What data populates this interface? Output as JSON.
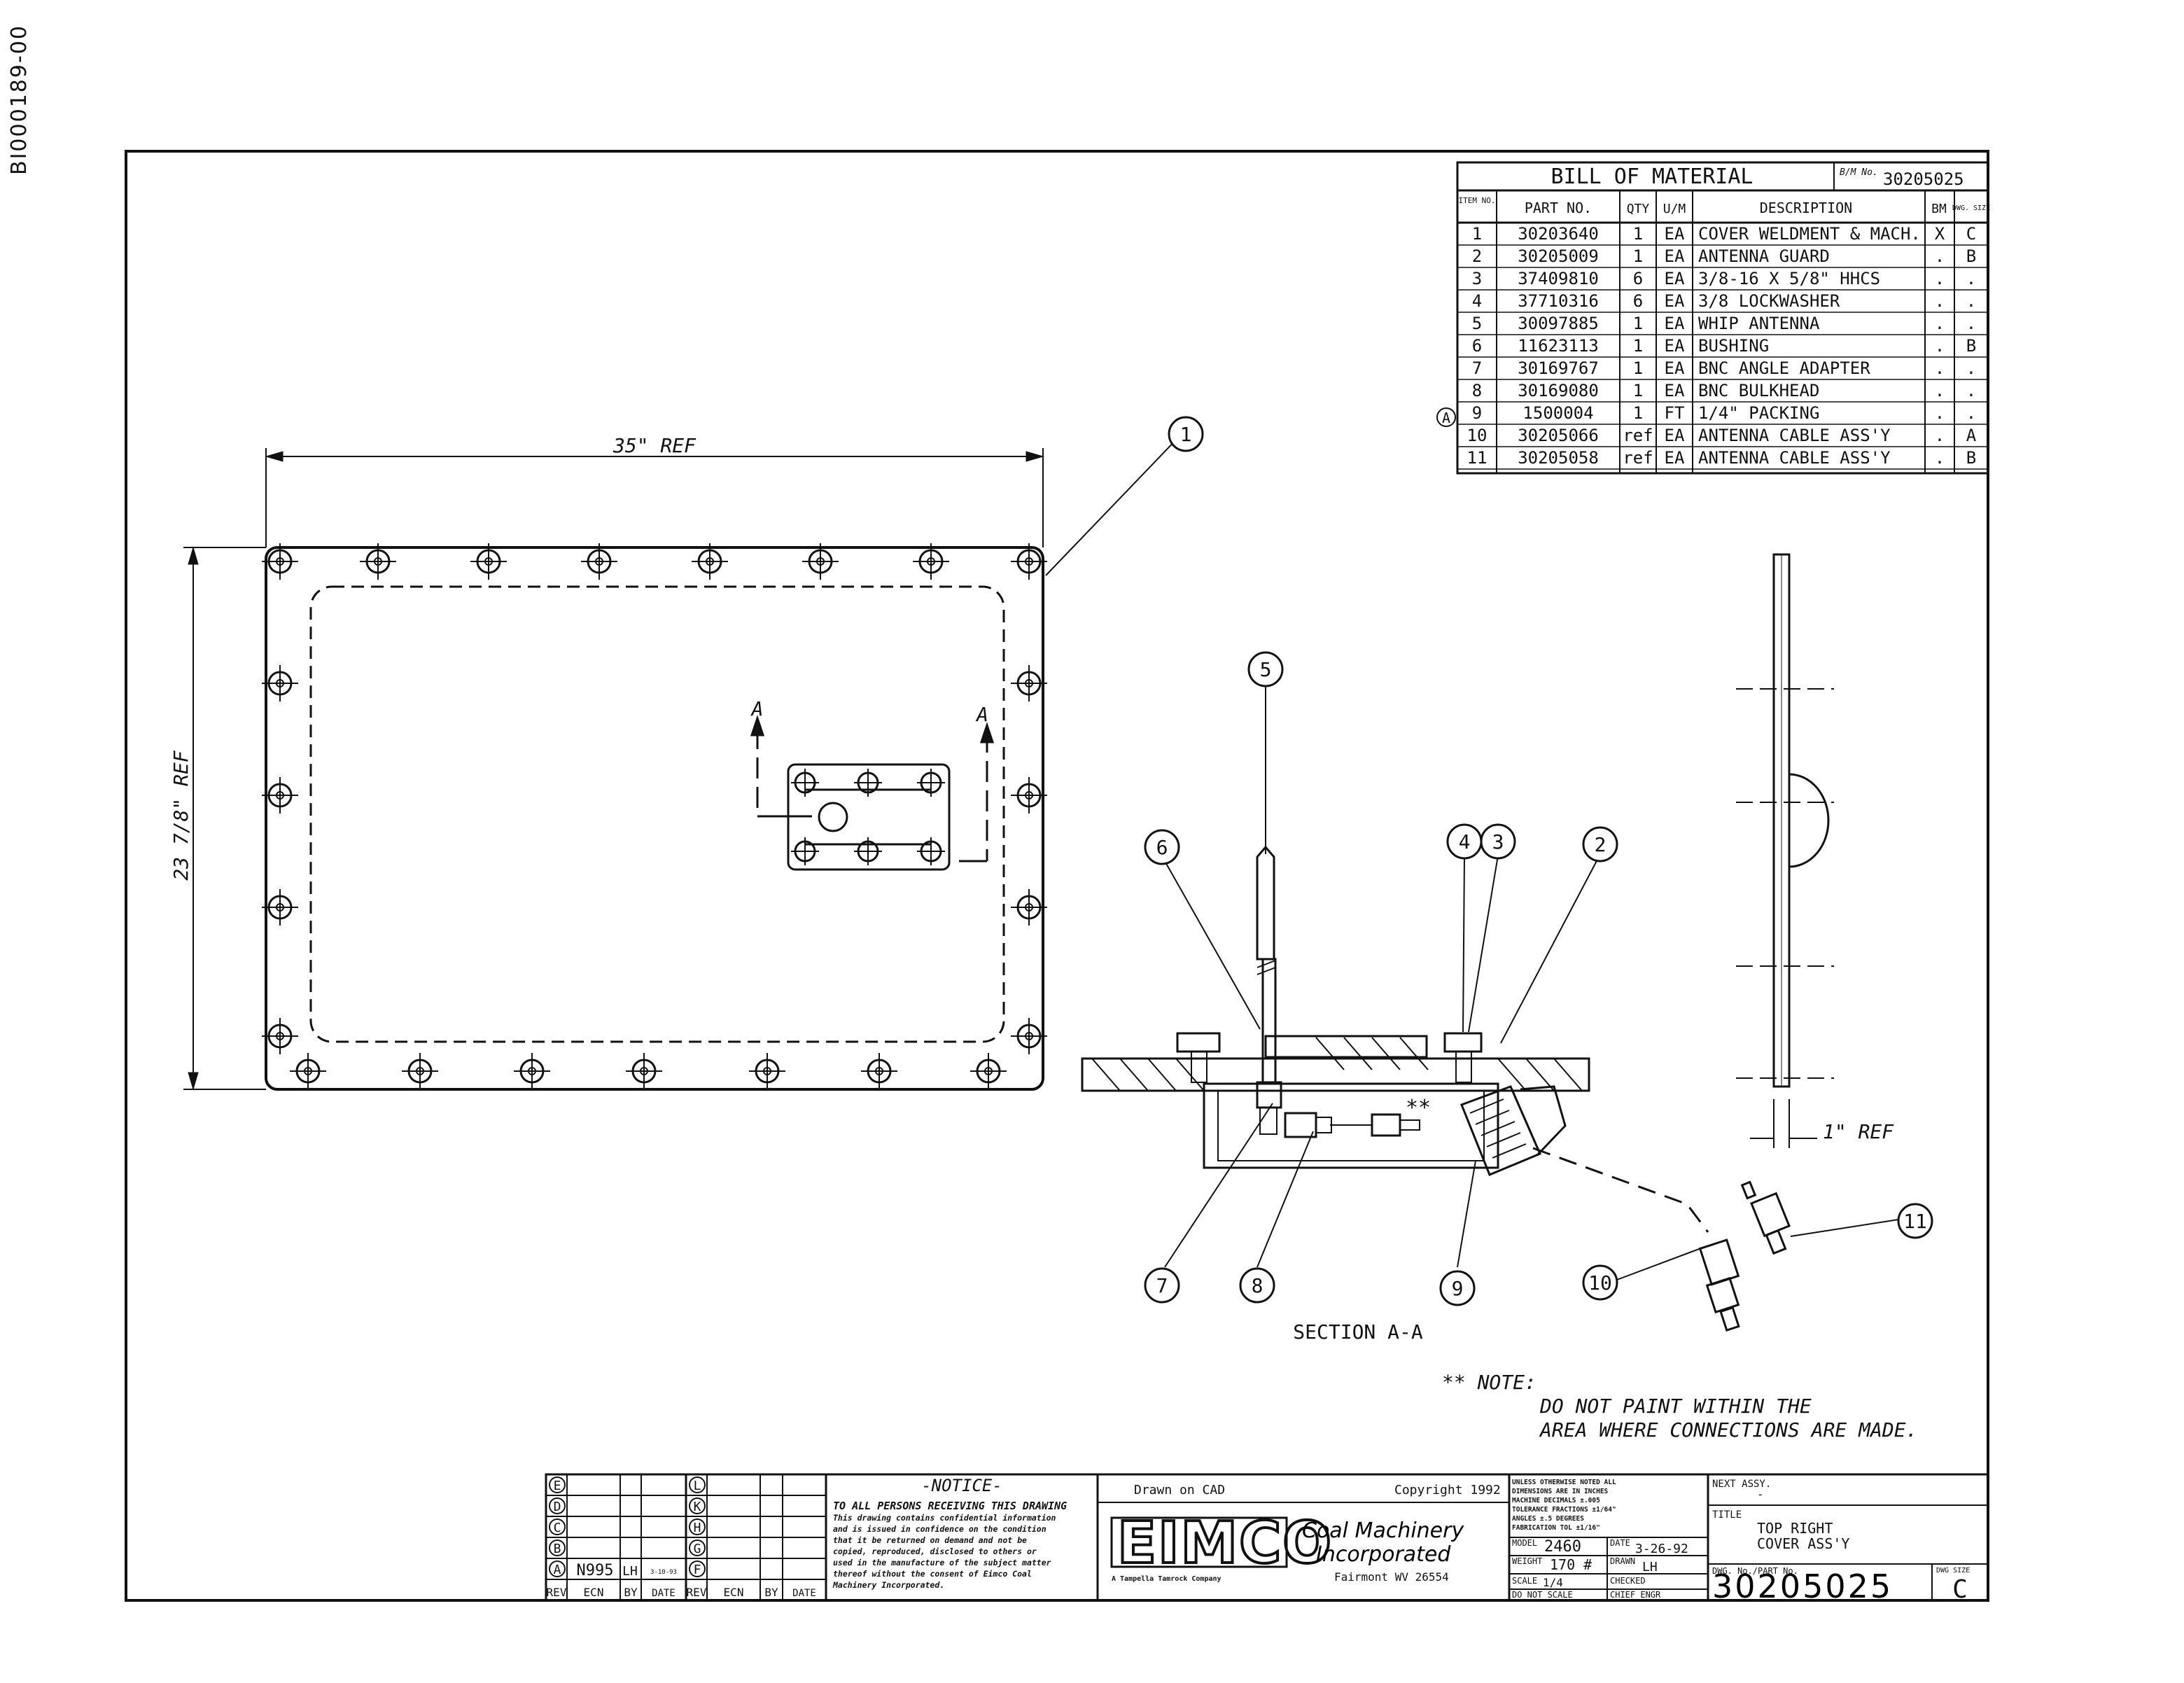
{
  "side_label": "BI000189-00",
  "bom": {
    "title": "BILL OF MATERIAL",
    "bm_no_label": "B/M No.",
    "bm_no": "30205025",
    "headers": {
      "item": "ITEM NO.",
      "part": "PART NO.",
      "qty": "QTY",
      "um": "U/M",
      "desc": "DESCRIPTION",
      "bm": "BM",
      "dwg": "DWG. SIZE"
    },
    "rows": [
      {
        "item": "1",
        "part": "30203640",
        "qty": "1",
        "um": "EA",
        "desc": "COVER WELDMENT & MACH.",
        "bm": "X",
        "dwg": "C"
      },
      {
        "item": "2",
        "part": "30205009",
        "qty": "1",
        "um": "EA",
        "desc": "ANTENNA GUARD",
        "bm": ".",
        "dwg": "B"
      },
      {
        "item": "3",
        "part": "37409810",
        "qty": "6",
        "um": "EA",
        "desc": "3/8-16 X 5/8\" HHCS",
        "bm": ".",
        "dwg": "."
      },
      {
        "item": "4",
        "part": "37710316",
        "qty": "6",
        "um": "EA",
        "desc": "3/8 LOCKWASHER",
        "bm": ".",
        "dwg": "."
      },
      {
        "item": "5",
        "part": "30097885",
        "qty": "1",
        "um": "EA",
        "desc": "WHIP ANTENNA",
        "bm": ".",
        "dwg": "."
      },
      {
        "item": "6",
        "part": "11623113",
        "qty": "1",
        "um": "EA",
        "desc": "BUSHING",
        "bm": ".",
        "dwg": "B"
      },
      {
        "item": "7",
        "part": "30169767",
        "qty": "1",
        "um": "EA",
        "desc": "BNC ANGLE ADAPTER",
        "bm": ".",
        "dwg": "."
      },
      {
        "item": "8",
        "part": "30169080",
        "qty": "1",
        "um": "EA",
        "desc": "BNC BULKHEAD",
        "bm": ".",
        "dwg": "."
      },
      {
        "item": "9",
        "part": "1500004",
        "qty": "1",
        "um": "FT",
        "desc": "1/4\" PACKING",
        "bm": ".",
        "dwg": "."
      },
      {
        "item": "10",
        "part": "30205066",
        "qty": "ref",
        "um": "EA",
        "desc": "ANTENNA CABLE ASS'Y",
        "bm": ".",
        "dwg": "A"
      },
      {
        "item": "11",
        "part": "30205058",
        "qty": "ref",
        "um": "EA",
        "desc": "ANTENNA CABLE ASS'Y",
        "bm": ".",
        "dwg": "B"
      }
    ],
    "rev_flag_row": "9",
    "rev_flag": "A"
  },
  "dims": {
    "width": "35\" REF",
    "height": "23 7/8\" REF",
    "thickness": "1\" REF"
  },
  "section_mark": "A",
  "section_title": "SECTION A-A",
  "callouts": [
    "1",
    "2",
    "3",
    "4",
    "5",
    "6",
    "7",
    "8",
    "9",
    "10",
    "11"
  ],
  "detail_mark": "**",
  "note": {
    "label": "** NOTE:",
    "line1": "DO NOT PAINT WITHIN THE",
    "line2": "AREA WHERE CONNECTIONS ARE MADE."
  },
  "revision_block": {
    "letters_left": [
      "E",
      "D",
      "C",
      "B",
      "A"
    ],
    "letters_right": [
      "L",
      "K",
      "H",
      "G",
      "F"
    ],
    "rev_a": {
      "ecn": "N995",
      "by": "LH",
      "date": "3-10-93"
    },
    "cols": [
      "REV",
      "ECN",
      "BY",
      "DATE",
      "REV",
      "ECN",
      "BY",
      "DATE"
    ]
  },
  "notice": {
    "title": "-NOTICE-",
    "lines": [
      "TO ALL PERSONS RECEIVING THIS DRAWING",
      "This drawing contains confidential information",
      "and is issued in confidence on the condition",
      "that it be returned on demand and not be",
      "copied, reproduced, disclosed to others or",
      "used in the manufacture of the subject matter",
      "thereof without the consent of Eimco Coal",
      "Machinery Incorporated."
    ]
  },
  "company": {
    "drawn_on": "Drawn on CAD",
    "copyright": "Copyright 1992",
    "logo": "EIMCO",
    "subtitle": "A Tampella Tamrock Company",
    "name1": "Coal Machinery",
    "name2": "Incorporated",
    "location": "Fairmont WV 26554"
  },
  "tolerances": {
    "lines": [
      "UNLESS OTHERWISE NOTED ALL",
      "DIMENSIONS ARE IN INCHES",
      "MACHINE   DECIMALS ±.005",
      "TOLERANCE FRACTIONS ±1/64\"",
      "          ANGLES ±.5 DEGREES",
      "FABRICATION TOL ±1/16\""
    ],
    "model_label": "MODEL",
    "model": "2460",
    "date_label": "DATE",
    "date": "3-26-92",
    "weight_label": "WEIGHT",
    "weight": "170 #",
    "drawn_label": "DRAWN",
    "drawn": "LH",
    "scale_label": "SCALE",
    "scale": "1/4",
    "checked_label": "CHECKED",
    "dont_scale": "DO NOT SCALE",
    "chief_label": "CHIEF ENGR"
  },
  "title_block": {
    "next_assy_label": "NEXT ASSY.",
    "next_assy": "-",
    "title_label": "TITLE",
    "title1": "TOP RIGHT",
    "title2": "COVER ASS'Y",
    "dwg_label": "DWG. No./PART No.",
    "dwg_no": "30205025",
    "size_label": "DWG SIZE",
    "size": "C"
  }
}
